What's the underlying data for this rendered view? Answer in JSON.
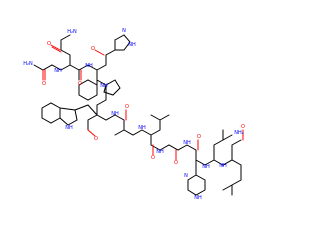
{
  "molecule": {
    "atom_labels": {
      "h2n_gly": "H₂N",
      "o_gly": "O",
      "nh_gly_asn": "NH",
      "h2n_asn_side": "H₂N",
      "o_asn_side": "O",
      "o_asn": "O",
      "nh_asn_his": "NH",
      "n_his1_a": "N",
      "nh_his1_b": "NH",
      "o_his1": "O",
      "nh_his_trp": "NH",
      "nh_indole": "NH",
      "o_trp": "O",
      "nh_trp_ala": "NH",
      "o_ala": "O",
      "nh_ala_val": "NH",
      "o_val": "O",
      "nh_val_gly": "NH",
      "o_gly2": "O",
      "nh_gly_his": "NH",
      "o_his2": "O",
      "nh_his_leu": "NH",
      "nh_his2_ring": "NH",
      "n_his2_ring": "N",
      "nh_leu_leu": "NH",
      "o_amide": "O",
      "nh2_amide": "NH₂"
    },
    "colors": {
      "carbon_bond": "#000000",
      "oxygen": "#ff0000",
      "nitrogen": "#0000ff"
    }
  }
}
